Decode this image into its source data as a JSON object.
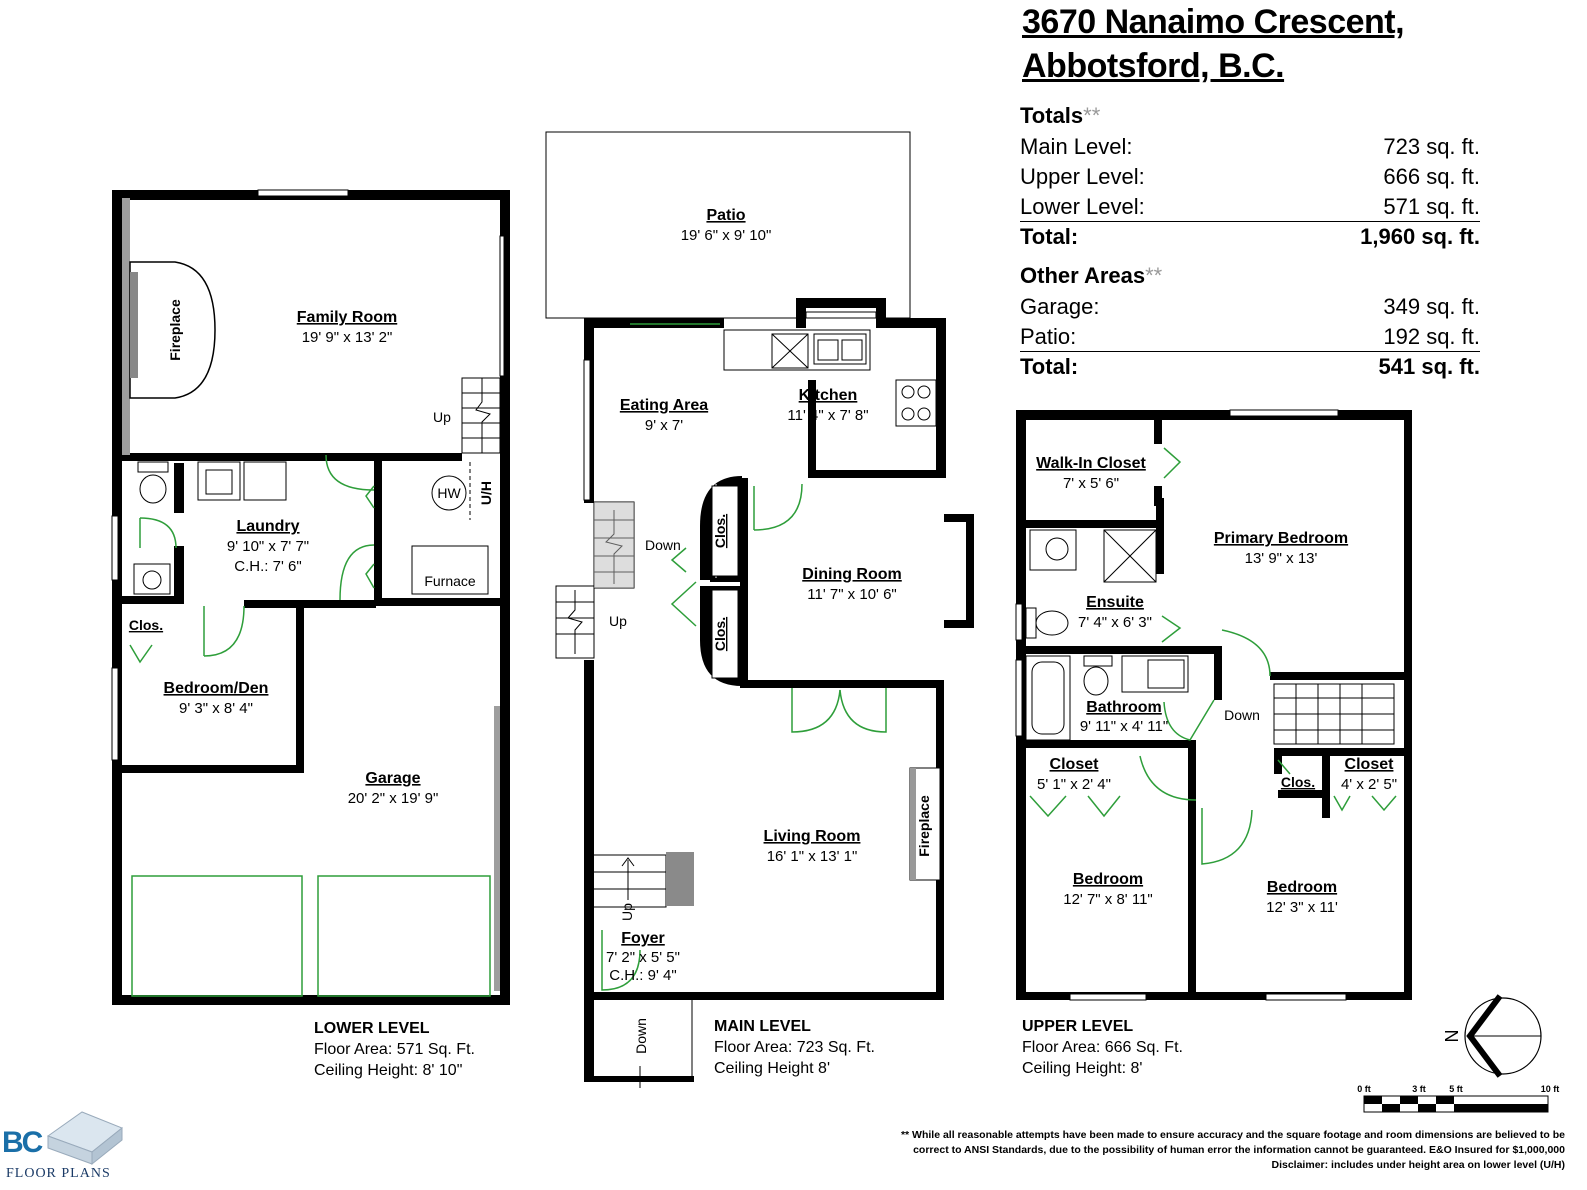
{
  "header": {
    "address_line1": "3670 Nanaimo Crescent,",
    "address_line2": "Abbotsford, B.C."
  },
  "totals": {
    "title": "Totals",
    "asterisks": "**",
    "rows": [
      {
        "label": "Main Level:",
        "value": "723 sq. ft."
      },
      {
        "label": "Upper Level:",
        "value": "666 sq. ft."
      },
      {
        "label": "Lower Level:",
        "value": "571 sq. ft."
      }
    ],
    "total_label": "Total:",
    "total_value": "1,960 sq. ft."
  },
  "other_areas": {
    "title": "Other Areas",
    "asterisks": "**",
    "rows": [
      {
        "label": "Garage:",
        "value": "349 sq. ft."
      },
      {
        "label": "Patio:",
        "value": "192 sq. ft."
      }
    ],
    "total_label": "Total:",
    "total_value": "541 sq. ft."
  },
  "lower_level": {
    "title": "LOWER LEVEL",
    "area": "Floor Area: 571 Sq. Ft.",
    "ceiling": "Ceiling Height: 8' 10\"",
    "rooms": {
      "family_room": {
        "name": "Family Room",
        "dim": "19' 9\" x 13' 2\""
      },
      "laundry": {
        "name": "Laundry",
        "dim": "9' 10\" x 7' 7\"",
        "ch": "C.H.: 7' 6\""
      },
      "bedroom_den": {
        "name": "Bedroom/Den",
        "dim": "9' 3\" x 8' 4\""
      },
      "garage": {
        "name": "Garage",
        "dim": "20' 2\" x 19' 9\""
      }
    },
    "labels": {
      "fireplace": "Fireplace",
      "up": "Up",
      "hw": "HW",
      "uh": "U/H",
      "furnace": "Furnace",
      "clos": "Clos."
    }
  },
  "main_level": {
    "title": "MAIN LEVEL",
    "area": "Floor Area: 723 Sq. Ft.",
    "ceiling": "Ceiling Height 8'",
    "rooms": {
      "patio": {
        "name": "Patio",
        "dim": "19' 6\" x 9' 10\""
      },
      "eating_area": {
        "name": "Eating Area",
        "dim": "9' x 7'"
      },
      "kitchen": {
        "name": "Kitchen",
        "dim": "11' 4\" x 7' 8\""
      },
      "dining_room": {
        "name": "Dining Room",
        "dim": "11' 7\" x 10' 6\""
      },
      "living_room": {
        "name": "Living Room",
        "dim": "16' 1\" x 13' 1\""
      },
      "foyer": {
        "name": "Foyer",
        "dim": "7' 2\" x 5' 5\"",
        "ch": "C.H.: 9' 4\""
      }
    },
    "labels": {
      "down": "Down",
      "up": "Up",
      "clos": "Clos.",
      "fireplace": "Fireplace"
    }
  },
  "upper_level": {
    "title": "UPPER LEVEL",
    "area": "Floor Area: 666 Sq. Ft.",
    "ceiling": "Ceiling Height: 8'",
    "rooms": {
      "walk_in_closet": {
        "name": "Walk-In Closet",
        "dim": "7' x 5' 6\""
      },
      "primary_bedroom": {
        "name": "Primary Bedroom",
        "dim": "13' 9\" x 13'"
      },
      "ensuite": {
        "name": "Ensuite",
        "dim": "7' 4\" x 6' 3\""
      },
      "bathroom": {
        "name": "Bathroom",
        "dim": "9' 11\" x 4' 11\""
      },
      "closet1": {
        "name": "Closet",
        "dim": "5' 1\" x 2' 4\""
      },
      "closet2": {
        "name": "Closet",
        "dim": "4' x 2' 5\""
      },
      "bedroom1": {
        "name": "Bedroom",
        "dim": "12' 7\" x 8' 11\""
      },
      "bedroom2": {
        "name": "Bedroom",
        "dim": "12' 3\" x 11'"
      }
    },
    "labels": {
      "down": "Down",
      "clos": "Clos."
    }
  },
  "compass": {
    "label": "N"
  },
  "scale": {
    "labels": [
      "0 ft",
      "3 ft",
      "5 ft",
      "10 ft"
    ]
  },
  "disclaimer": {
    "line1": "** While all reasonable attempts have been made to ensure accuracy and the square footage and room dimensions are believed to be",
    "line2": "correct to ANSI Standards, due to the possibility of human error the information cannot be guaranteed. E&O Insured for $1,000,000",
    "line3": "Disclaimer: includes under height area on lower level (U/H)"
  },
  "logo": {
    "mark": "BC",
    "text": "FLOOR PLANS"
  },
  "colors": {
    "wall": "#000000",
    "door": "#2e9e3a",
    "fixture_fill": "#aaaaaa",
    "logo_blue": "#1a6fa8"
  }
}
